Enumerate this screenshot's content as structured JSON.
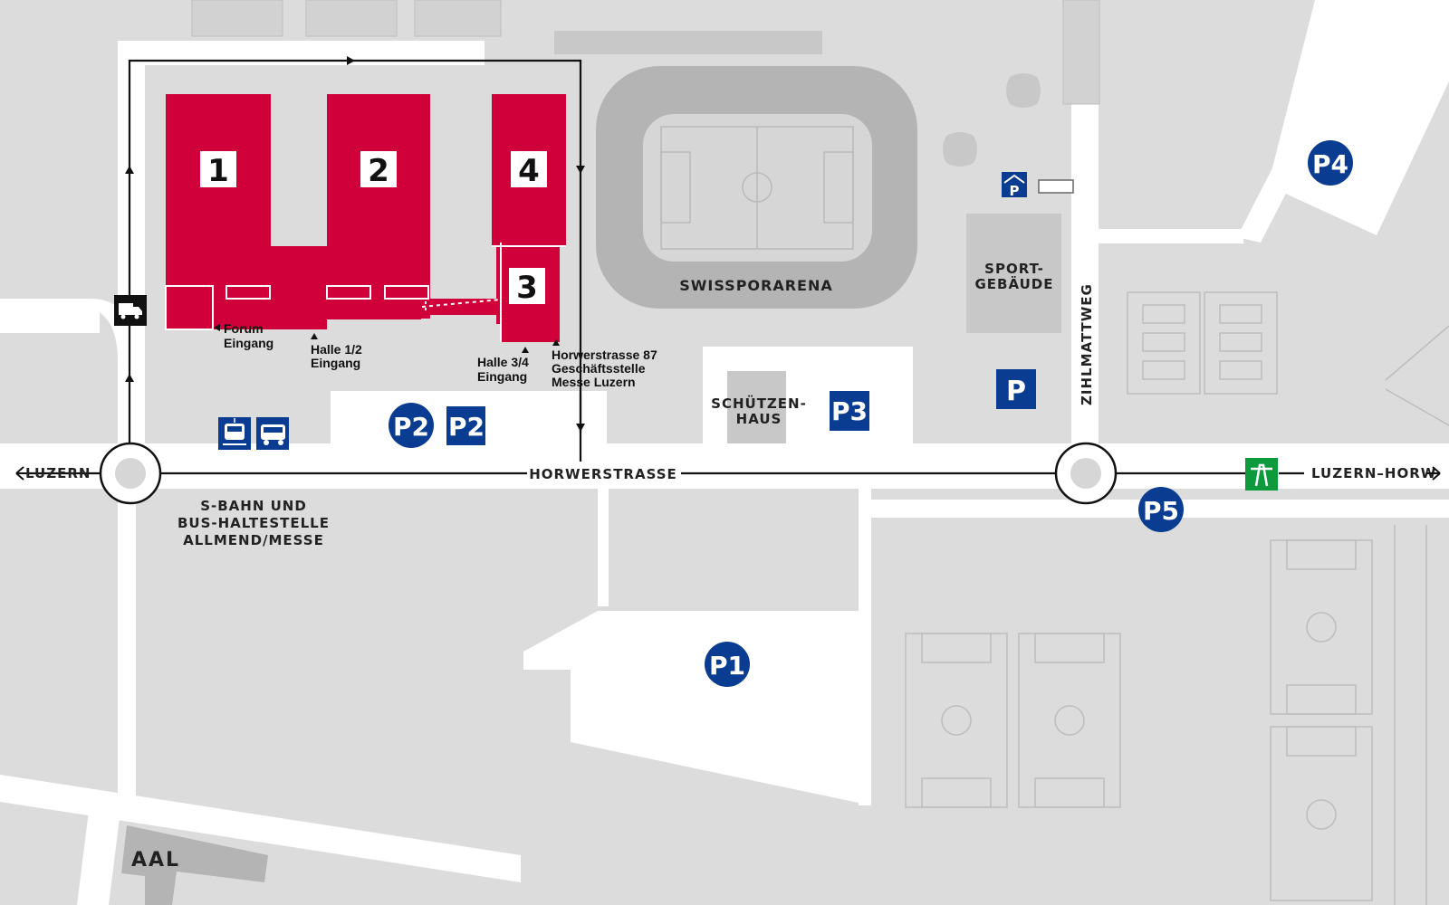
{
  "colors": {
    "background": "#dcdcdc",
    "road": "#ffffff",
    "building_grey": "#c8c8c8",
    "arena_ring": "#b4b4b4",
    "hall_red": "#d0003a",
    "parking_blue": "#0a3d91",
    "motorway_green": "#0d9a3d"
  },
  "halls": [
    {
      "id": "1",
      "label": "1"
    },
    {
      "id": "2",
      "label": "2"
    },
    {
      "id": "4",
      "label": "4"
    },
    {
      "id": "3",
      "label": "3"
    }
  ],
  "entrances": {
    "forum": [
      "Forum",
      "Eingang"
    ],
    "halle12": [
      "Halle 1/2",
      "Eingang"
    ],
    "halle34": [
      "Halle 3/4",
      "Eingang"
    ],
    "office": [
      "Horwerstrasse 87",
      "Geschäftsstelle",
      "Messe Luzern"
    ]
  },
  "buildings": {
    "arena": "SWISSPORARENA",
    "sport": [
      "SPORT-",
      "GEBÄUDE"
    ],
    "schuetzen": [
      "SCHÜTZEN-",
      "HAUS"
    ],
    "aal": "AAL"
  },
  "roads": {
    "luzern": "LUZERN",
    "horwerstrasse": "HORWERSTRASSE",
    "luzern_horw": "LUZERN–HORW",
    "zihlmattweg": "ZIHLMATTWEG"
  },
  "stop": [
    "S-BAHN UND",
    "BUS-HALTESTELLE",
    "ALLMEND/MESSE"
  ],
  "parking": {
    "p1": "P1",
    "p2_circle": "P2",
    "p2_square": "P2",
    "p3": "P3",
    "p4": "P4",
    "p5": "P5",
    "p_plain": "P",
    "p_garage": "P"
  },
  "icons": {
    "delivery": "truck-icon",
    "train": "train-icon",
    "bus": "bus-icon",
    "motorway": "motorway-icon",
    "garage": "parking-garage-icon"
  }
}
